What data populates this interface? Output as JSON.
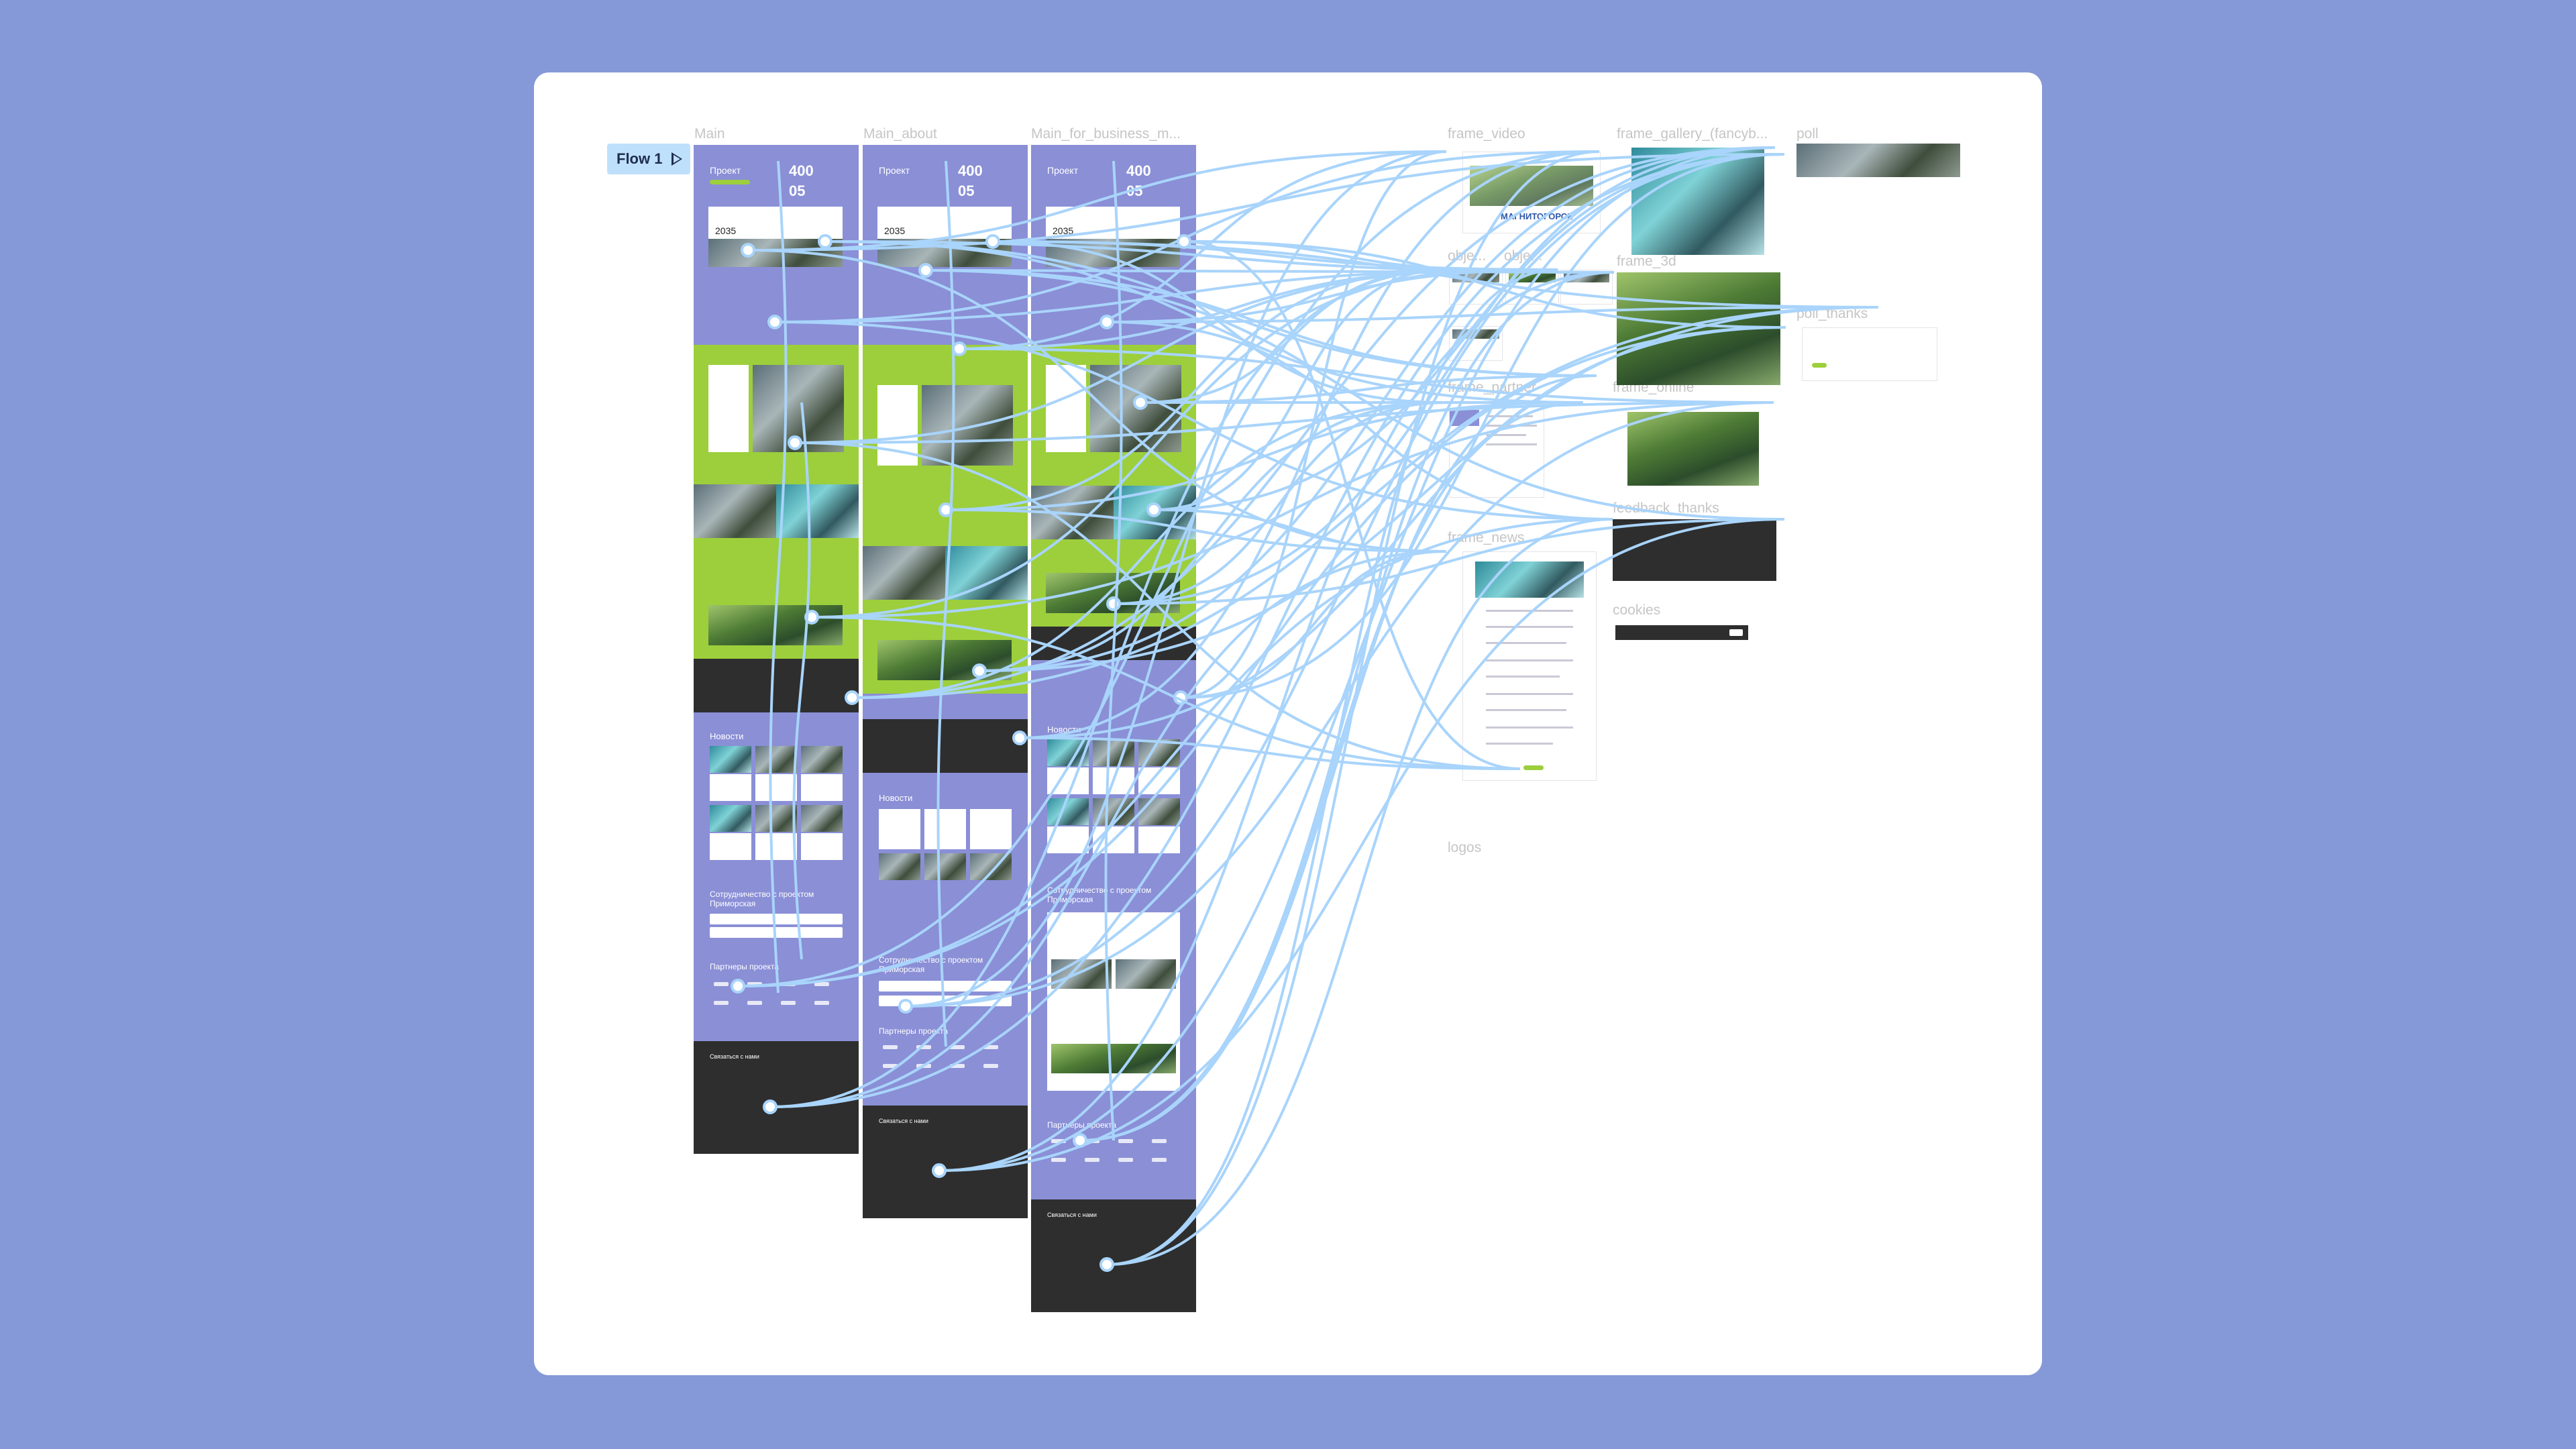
{
  "flow": {
    "label": "Flow 1"
  },
  "frames": {
    "main": "Main",
    "main_about": "Main_about",
    "main_business": "Main_for_business_m...",
    "frame_video": "frame_video",
    "frame_gallery": "frame_gallery_(fancyb...",
    "poll": "poll",
    "obje1": "obje...",
    "obje2": "obje...",
    "frame_3d": "frame_3d",
    "poll_thanks": "poll_thanks",
    "frame_partner": "frame_partner",
    "frame_online": "frame_online",
    "feedback_thanks": "feedback_thanks",
    "frame_news": "frame_news",
    "cookies": "cookies",
    "logos": "logos"
  },
  "page_text": {
    "project": "Проект",
    "n400": "400",
    "n05": "05",
    "year": "2035",
    "news": "Новости",
    "coop": "Сотрудничество с проектом Приморская",
    "coop2": "Сотрудничество с проектом Приморская",
    "partners": "Партнеры проекта",
    "contact": "Связаться с нами",
    "city": "МАГНИТОГОРСК"
  },
  "colors": {
    "background": "#8599d8",
    "wire": "#a9d4fb",
    "lavender": "#8a8fd6",
    "green": "#9ccf3b",
    "dark": "#2e2e2e"
  }
}
